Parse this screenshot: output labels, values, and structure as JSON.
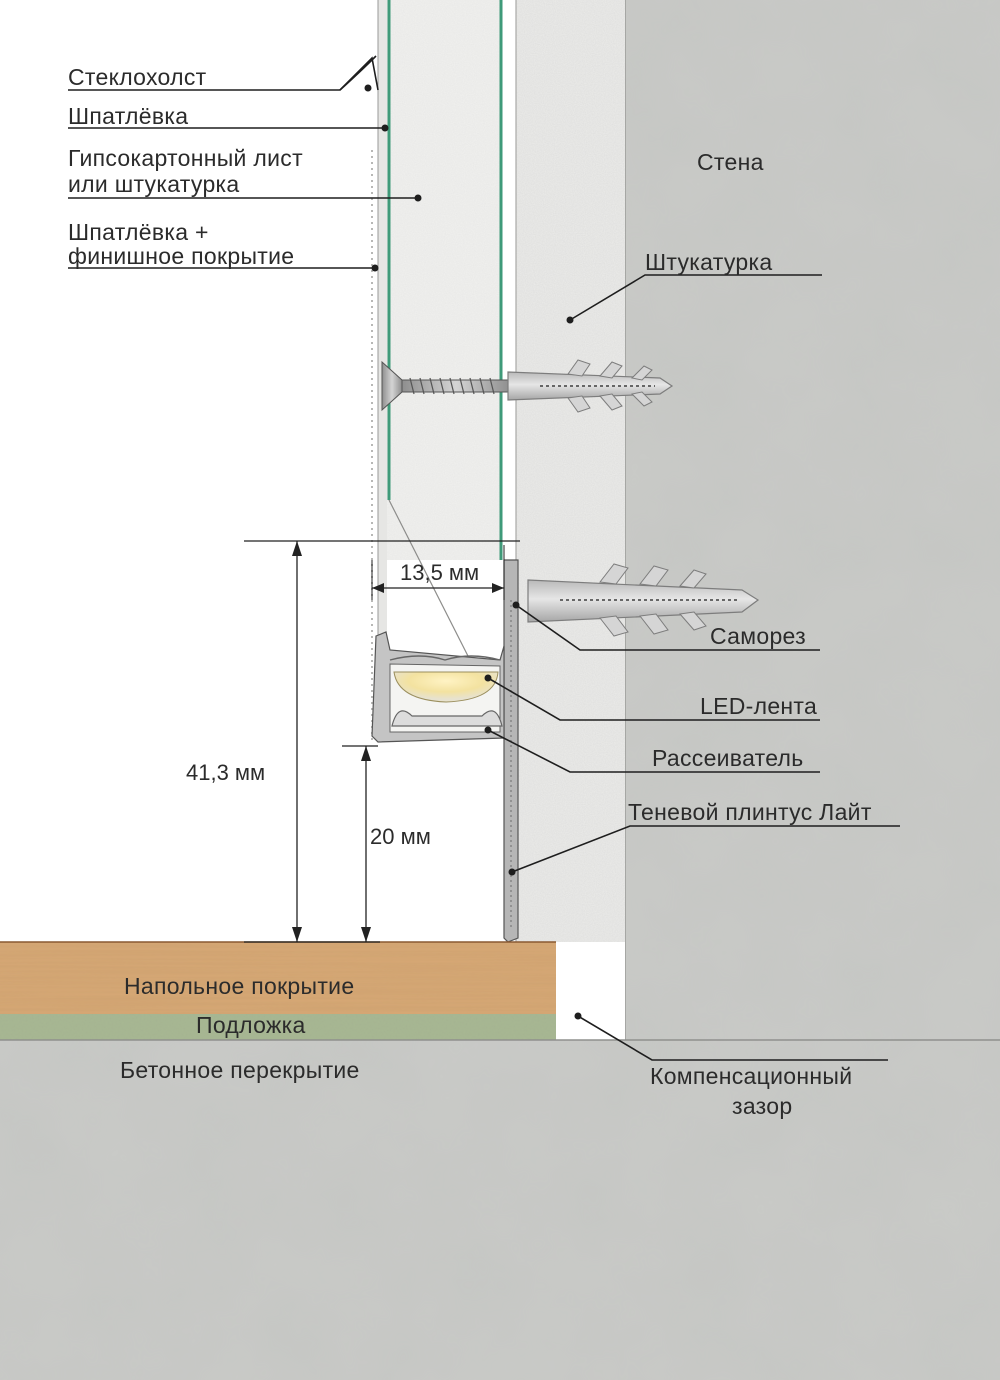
{
  "labels": {
    "glass_fabric": "Стеклохолст",
    "putty": "Шпатлёвка",
    "drywall_line1": "Гипсокартонный лист",
    "drywall_line2": "или штукатурка",
    "putty_finish_line1": "Шпатлёвка +",
    "putty_finish_line2": "финишное покрытие",
    "wall": "Стена",
    "plaster": "Штукатурка",
    "screw": "Саморез",
    "led_strip": "LED-лента",
    "diffuser": "Рассеиватель",
    "shadow_baseboard": "Теневой плинтус Лайт",
    "floor_covering": "Напольное покрытие",
    "underlay": "Подложка",
    "concrete_slab": "Бетонное перекрытие",
    "expansion_gap_line1": "Компенсационный",
    "expansion_gap_line2": "зазор"
  },
  "dimensions": {
    "width": "13,5 мм",
    "total_height": "41,3 мм",
    "gap_height": "20 мм"
  },
  "colors": {
    "concrete": "#c9cac7",
    "plaster": "#ececea",
    "drywall": "#f1f1ef",
    "glass_edge": "#3f9a79",
    "wood": "#d7a875",
    "underlay": "#a8b892",
    "profile": "#b6b6b6",
    "led_glow": "#f6e7a6"
  }
}
